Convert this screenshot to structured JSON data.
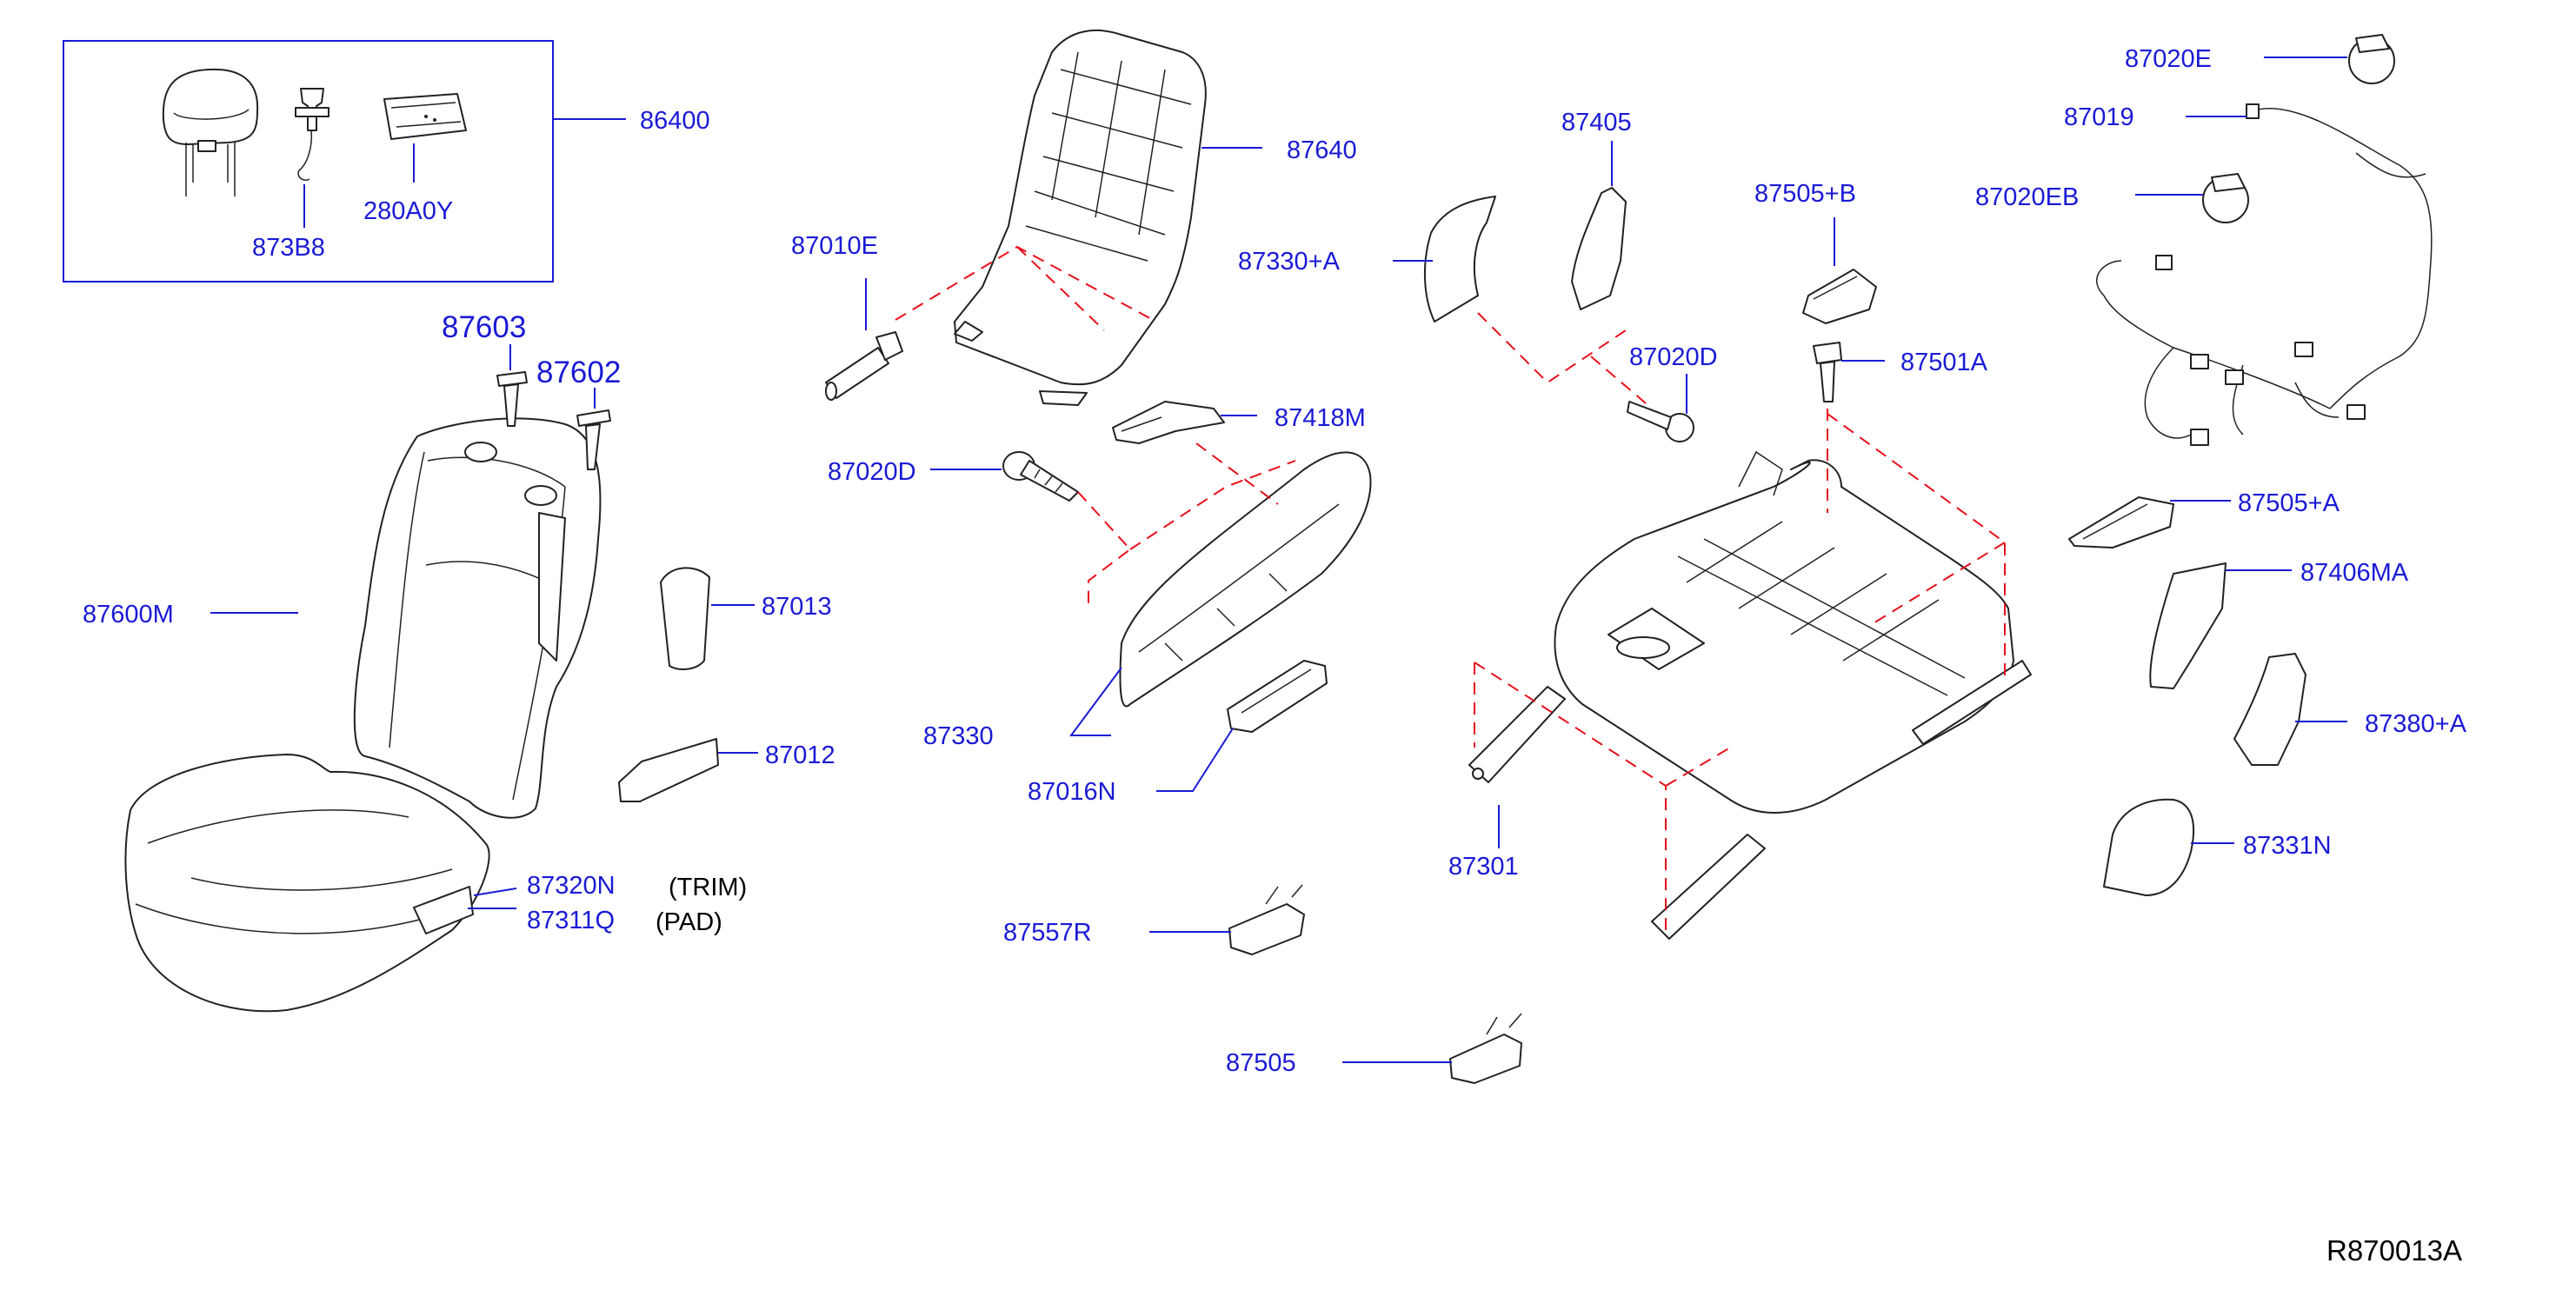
{
  "colors": {
    "label": "#1a1ad6",
    "part_line": "#222222",
    "dash_line": "#e8101a",
    "background": "#ffffff"
  },
  "labels": {
    "l86400": "86400",
    "l873B8": "873B8",
    "l280A0Y": "280A0Y",
    "l87603": "87603",
    "l87602": "87602",
    "l87600M": "87600M",
    "l87013": "87013",
    "l87012": "87012",
    "l87320N": "87320N",
    "l87311Q": "87311Q",
    "trim": "(TRIM)",
    "pad": "(PAD)",
    "l87010E": "87010E",
    "l87640": "87640",
    "l87418M": "87418M",
    "l87020D_left": "87020D",
    "l87330": "87330",
    "l87016N": "87016N",
    "l87557R": "87557R",
    "l87505": "87505",
    "l87330A": "87330+A",
    "l87405": "87405",
    "l87505B": "87505+B",
    "l87020D_right": "87020D",
    "l87501A": "87501A",
    "l87301": "87301",
    "l87020E": "87020E",
    "l87019": "87019",
    "l87020EB": "87020EB",
    "l87505A": "87505+A",
    "l87406MA": "87406MA",
    "l87380A": "87380+A",
    "l87331N": "87331N",
    "ref": "R870013A"
  }
}
